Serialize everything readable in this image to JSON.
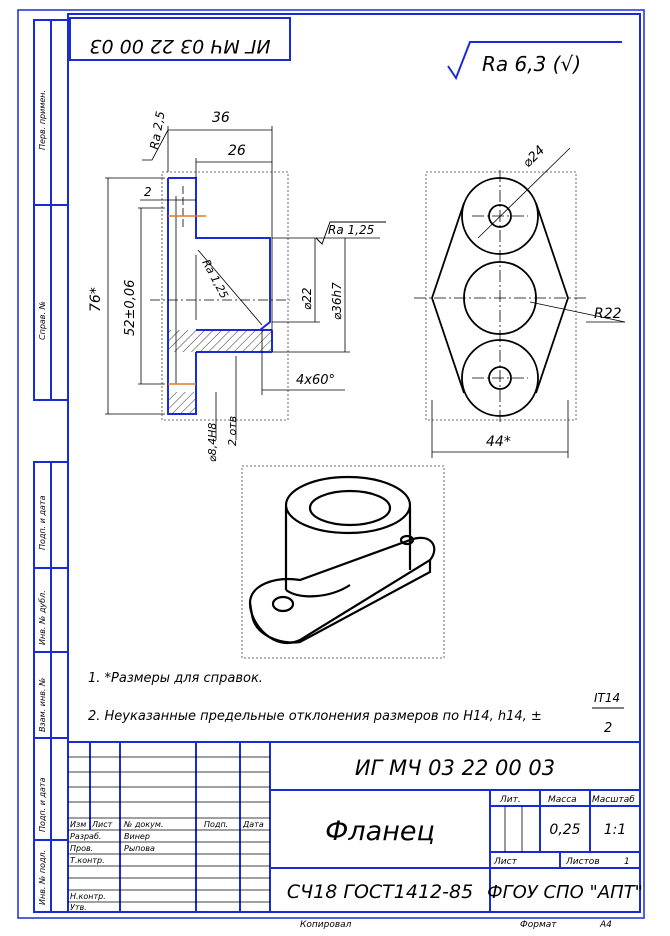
{
  "document": {
    "designation": "ИГ МЧ 03 22 00 03",
    "title": "Фланец",
    "material": "СЧ18 ГОСТ1412-85",
    "organization": "ФГОУ СПО \"АПТ\"",
    "mass": "0,25",
    "scale": "1:1",
    "sheet_number": "1",
    "footer_copied": "Копировал",
    "footer_format_label": "Формат",
    "footer_format_value": "А4"
  },
  "side_labels": {
    "first_use": "Перв. примен.",
    "reference_no": "Справ. №",
    "sign_date_1": "Подп. и дата",
    "dup_inv_no": "Инв. № дубл.",
    "replaces_inv_no": "Взам. инв. №",
    "sign_date_2": "Подп. и дата",
    "orig_inv_no": "Инв. № подл."
  },
  "title_block": {
    "col_change": "Изм",
    "col_sheet": "Лист",
    "col_doc_no": "№ докум.",
    "col_sign": "Подп.",
    "col_date": "Дата",
    "row_developed": "Разраб.",
    "developer": "Винер",
    "row_checked": "Пров.",
    "checker": "Рыпова",
    "row_tech": "Т.контр.",
    "row_norm": "Н.контр.",
    "row_approved": "Утв.",
    "letter_label": "Лит.",
    "mass_label": "Масса",
    "scale_label": "Масштаб",
    "sheet_label": "Лист",
    "sheets_label": "Листов"
  },
  "roughness": {
    "general": "Ra 6,3 (√)",
    "face": "Ra 2,5",
    "bore": "Ra 1,25",
    "chamfer": "Ra 1,25"
  },
  "dimensions": {
    "d36": "36",
    "d26": "26",
    "d2": "2",
    "d76": "76*",
    "d52": "52±0,06",
    "phi22": "⌀22",
    "phi36h7": "⌀36h7",
    "chamfer": "4x60°",
    "phi84": "⌀8,4H8",
    "holes": "2 отв",
    "phi24": "⌀24",
    "r22": "R22",
    "d44": "44*"
  },
  "notes": {
    "note1": "1. *Размеры для справок.",
    "note2": "2. Неуказанные предельные отклонения размеров по H14, h14, ±",
    "frac_num": "IT14",
    "frac_den": "2"
  }
}
